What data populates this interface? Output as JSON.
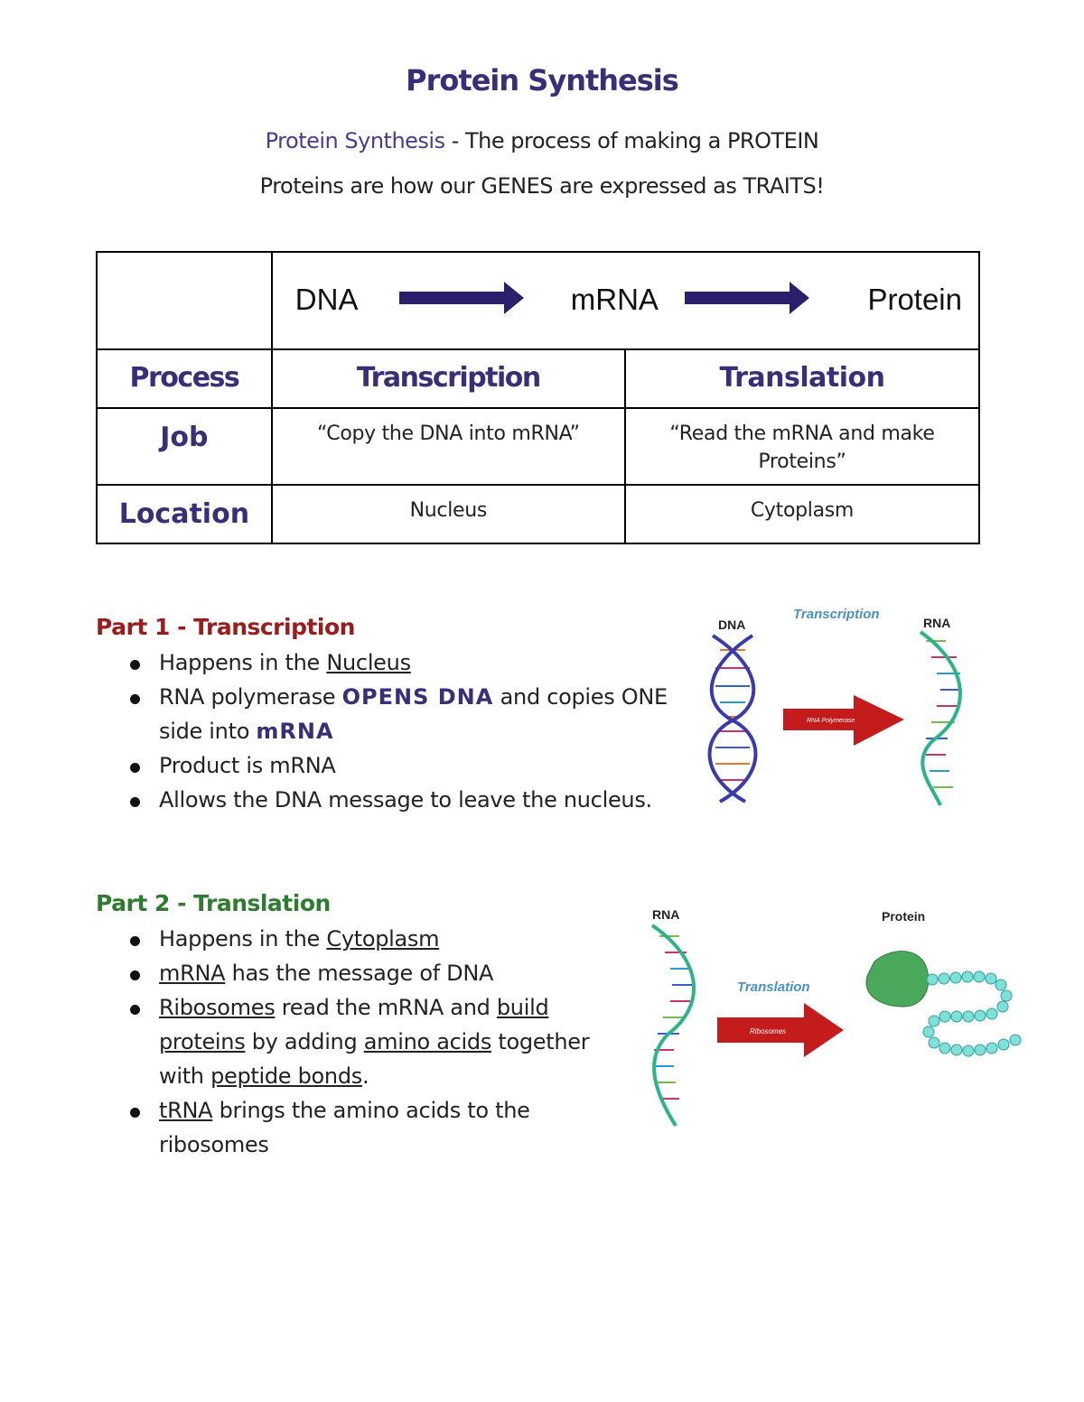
{
  "title": "Protein Synthesis",
  "intro": {
    "line1_term": "Protein Synthesis",
    "line1_rest": " - The process of making a PROTEIN",
    "line2": "Proteins are how our GENES are expressed as TRAITS!"
  },
  "table": {
    "flow": [
      "DNA",
      "mRNA",
      "Protein"
    ],
    "headers": [
      "Process",
      "Transcription",
      "Translation"
    ],
    "job": {
      "label": "Job",
      "transcription": "“Copy the DNA into mRNA”",
      "translation": "“Read the mRNA and make Proteins”"
    },
    "location": {
      "label": "Location",
      "transcription": "Nucleus",
      "translation": "Cytoplasm"
    }
  },
  "part1": {
    "title": "Part 1 - Transcription",
    "b1_pre": "Happens in the ",
    "b1_u": "Nucleus",
    "b2_pre": "RNA polymerase ",
    "b2_emph": "OPENS DNA",
    "b2_mid": " and copies ONE side into ",
    "b2_emph2": "mRNA",
    "b3": "Product is mRNA",
    "b4": "Allows the DNA message to leave the nucleus.",
    "diagram": {
      "dna": "DNA",
      "process": "Transcription",
      "rna": "RNA",
      "enzyme": "RNA Polymerase"
    }
  },
  "part2": {
    "title": "Part 2 - Translation",
    "b1_pre": "Happens in the ",
    "b1_u": "Cytoplasm",
    "b2_u": "mRNA",
    "b2_rest": " has the message of DNA",
    "b3_u1": "Ribosomes",
    "b3_t1": " read the mRNA and ",
    "b3_u2": "build proteins",
    "b3_t2": " by adding ",
    "b3_u3": "amino acids",
    "b3_t3": " together with ",
    "b3_u4": "peptide bonds",
    "b3_t4": ".",
    "b4_u": "tRNA",
    "b4_rest": " brings the amino acids to the ribosomes",
    "diagram": {
      "rna": "RNA",
      "process": "Translation",
      "protein": "Protein",
      "enzyme": "Ribosomes"
    }
  },
  "colors": {
    "title": "#3a2d7a",
    "part1": "#9c1c1c",
    "part2": "#2e7d2e",
    "arrow": "#2e1f6e"
  }
}
